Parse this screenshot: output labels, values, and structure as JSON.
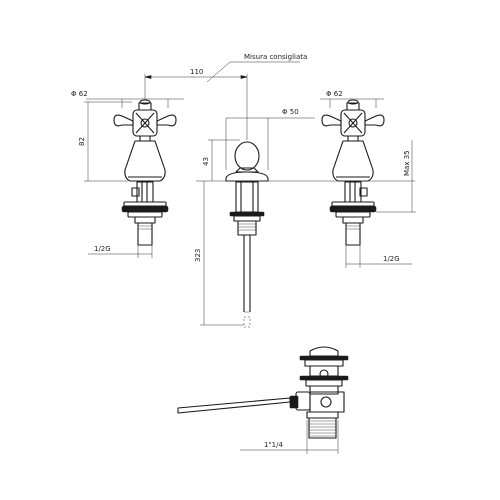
{
  "dimensions": {
    "spacing": "110",
    "recommended_note": "Misura consigliata",
    "left_diameter": "Φ 62",
    "right_diameter": "Φ 62",
    "center_diameter": "Φ 50",
    "left_height": "82",
    "center_height": "43",
    "rod_length": "323",
    "max_thickness": "Max 35",
    "left_thread": "1/2G",
    "right_thread": "1/2G",
    "drain_thread": "1\"1/4"
  }
}
